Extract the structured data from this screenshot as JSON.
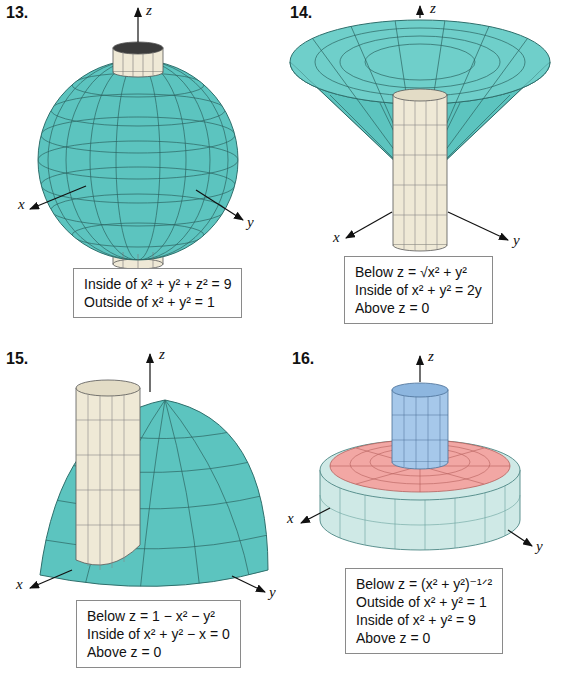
{
  "diagram": {
    "nodes": [
      {
        "text": [
          "Inside of x² + y² + z² = 9",
          "Outside of x² + y² = 1"
        ]
      },
      {
        "text": [
          "Below z = √x² + y²",
          "Inside of x² + y² = 2y",
          "Above z = 0"
        ]
      },
      {
        "text": [
          "Below z = 1 − x² − y²",
          "Inside of x² + y² − x = 0",
          "Above z = 0"
        ]
      },
      {
        "text": [
          "Below z = (x² + y²)⁻¹ᐟ²",
          "Outside of x² + y² = 1",
          "Inside of x² + y² = 9",
          "Above z = 0"
        ]
      }
    ],
    "labels": [
      "13.",
      "z",
      "x",
      "y",
      "14.",
      "z",
      "x",
      "y",
      "15.",
      "z",
      "x",
      "y",
      "16.",
      "z",
      "x",
      "y"
    ]
  }
}
